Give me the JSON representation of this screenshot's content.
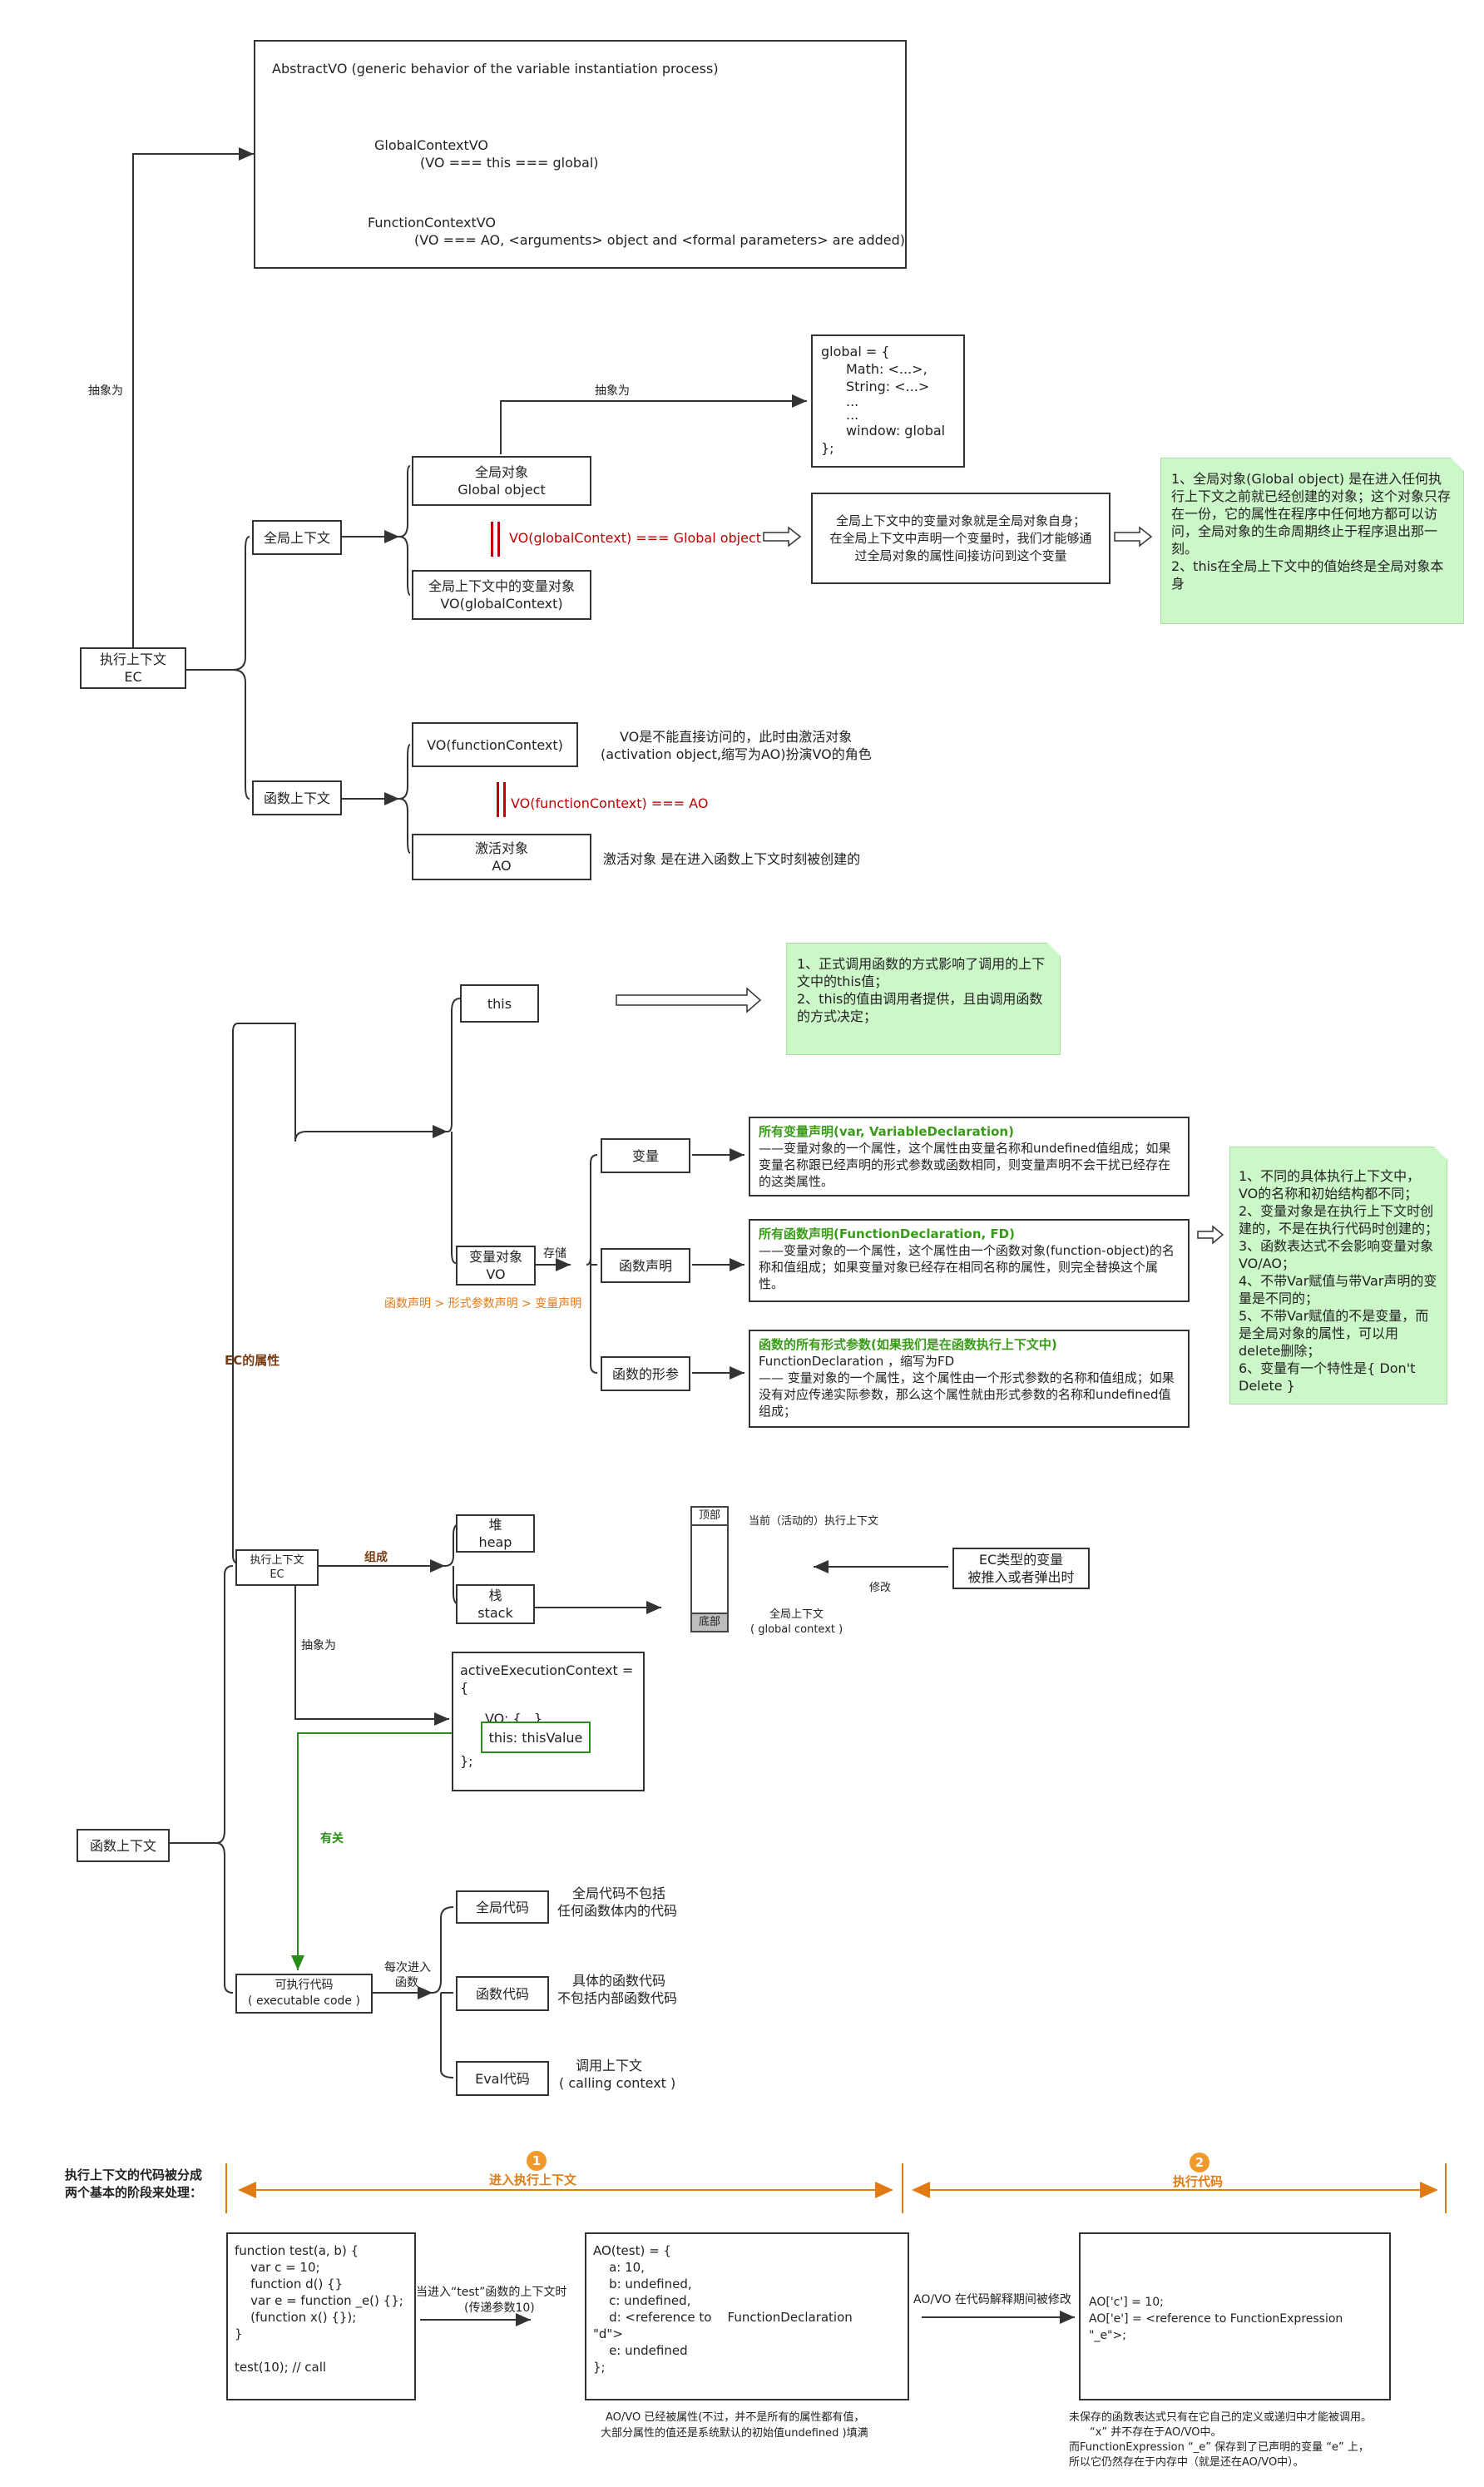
{
  "abstract": {
    "title": "AbstractVO (generic behavior of the variable instantiation process)",
    "global_vo": "GlobalContextVO",
    "global_vo_desc": "(VO === this === global)",
    "function_vo": "FunctionContextVO",
    "function_vo_desc": "(VO === AO, <arguments> object and <formal parameters> are added)"
  },
  "ec_top": {
    "abstract_as": "抽象为",
    "ec_label": [
      "执行上下文",
      "EC"
    ],
    "global_ctx": "全局上下文",
    "function_ctx": "函数上下文",
    "global_obj": [
      "全局对象",
      "Global object"
    ],
    "global_vo": [
      "全局上下文中的变量对象",
      "VO(globalContext)"
    ],
    "global_eq": "VO(globalContext) === Global object",
    "global_abstract_as": "抽象为",
    "global_code": [
      "global = {",
      "Math: <...>,",
      "String: <...>",
      "...",
      "...",
      "window: global",
      "};"
    ],
    "global_vo_desc": [
      "全局上下文中的变量对象就是全局对象自身；",
      "在全局上下文中声明一个变量时，我们才能够通",
      "过全局对象的属性间接访问到这个变量"
    ],
    "global_note": [
      "1、全局对象(Global object) 是在进入任何执行上下文之前就已经创建的对象；这个对象只存在一份，它的属性在程序中任何地方都可以访问，全局对象的生命周期终止于程序退出那一刻。",
      "2、this在全局上下文中的值始终是全局对象本身"
    ],
    "fn_vo": "VO(functionContext)",
    "fn_vo_desc": [
      "VO是不能直接访问的，此时由激活对象",
      "(activation object,缩写为AO)扮演VO的角色"
    ],
    "fn_eq": "VO(functionContext) === AO",
    "ao": [
      "激活对象",
      "AO"
    ],
    "ao_desc": "激活对象 是在进入函数上下文时刻被创建的"
  },
  "props": {
    "this": "this",
    "this_note": [
      "1、正式调用函数的方式影响了调用的上下文中的this值；",
      "2、this的值由调用者提供，且由调用函数的方式决定；"
    ],
    "ec_attr": "EC的属性",
    "vo": [
      "变量对象",
      "VO"
    ],
    "store": "存储",
    "order": "函数声明 > 形式参数声明 > 变量声明",
    "var": "变量",
    "fn_decl": "函数声明",
    "params": "函数的形参",
    "var_title": "所有变量声明(var, VariableDeclaration)",
    "var_desc": "——变量对象的一个属性，这个属性由变量名称和undefined值组成；如果变量名称跟已经声明的形式参数或函数相同，则变量声明不会干扰已经存在的这类属性。",
    "fd_title": "所有函数声明(FunctionDeclaration, FD)",
    "fd_desc": "——变量对象的一个属性，这个属性由一个函数对象(function-object)的名称和值组成；如果变量对象已经存在相同名称的属性，则完全替换这个属性。",
    "param_title": "函数的所有形式参数(如果我们是在函数执行上下文中)",
    "param_desc1": "FunctionDeclaration ，缩写为FD",
    "param_desc2": "—— 变量对象的一个属性，这个属性由一个形式参数的名称和值组成；如果没有对应传递实际参数，那么这个属性就由形式参数的名称和undefined值组成；",
    "vo_note": [
      "1、不同的具体执行上下文中，VO的名称和初始结构都不同；",
      "2、变量对象是在执行上下文时创建的，不是在执行代码时创建的；",
      "3、函数表达式不会影响变量对象VO/AO；",
      "4、不带Var赋值与带Var声明的变量是不同的；",
      "5、不带Var赋值的不是变量，而是全局对象的属性，可以用delete删除；",
      "6、变量有一个特性是{ Don't Delete }"
    ]
  },
  "ec_mid": {
    "ec": [
      "执行上下文",
      "EC"
    ],
    "compose": "组成",
    "heap": [
      "堆",
      "heap"
    ],
    "stack": [
      "栈",
      "stack"
    ],
    "stack_top": "顶部",
    "stack_bottom": "底部",
    "current_ec": "当前（活动的）执行上下文",
    "global_ctx": [
      "全局上下文",
      "( global context )"
    ],
    "modify": "修改",
    "ec_var": [
      "EC类型的变量",
      "被推入或者弹出时"
    ],
    "abstract_as": "抽象为",
    "active_ec": "activeExecutionContext = {",
    "active_vo": "VO: {...},",
    "active_this": "this: thisValue",
    "active_end": "};",
    "related": "有关",
    "fn_ctx": "函数上下文",
    "exec_code": [
      "可执行代码",
      "( executable  code )"
    ],
    "every_enter": [
      "每次进入",
      "函数"
    ],
    "global_code": "全局代码",
    "global_code_desc": [
      "全局代码不包括",
      "任何函数体内的代码"
    ],
    "fn_code": "函数代码",
    "fn_code_desc": [
      "具体的函数代码",
      "不包括内部函数代码"
    ],
    "eval_code": "Eval代码",
    "eval_code_desc": [
      "调用上下文",
      "( calling  context )"
    ]
  },
  "phases": {
    "heading": [
      "执行上下文的代码被分成",
      "两个基本的阶段来处理："
    ],
    "phase1_num": "1",
    "phase1": "进入执行上下文",
    "phase2_num": "2",
    "phase2": "执行代码",
    "code1": [
      "function test(a, b) {",
      "    var c = 10;",
      "    function d() {}",
      "    var e = function _e() {};",
      "    (function x() {});",
      "}",
      "",
      "test(10); // call"
    ],
    "enter_label": [
      "当进入“test”函数的上下文时",
      "(传递参数10)"
    ],
    "ao": [
      "AO(test) = {",
      "    a: 10,",
      "    b: undefined,",
      "    c: undefined,",
      "    d: <reference to    FunctionDeclaration",
      "\"d\">",
      "    e: undefined",
      "};"
    ],
    "ao_note": [
      "AO/VO 已经被属性(不过，并不是所有的属性都有值，",
      "大部分属性的值还是系统默认的初始值undefined )填满"
    ],
    "modify_label": "AO/VO 在代码解释期间被修改",
    "ao2": [
      "AO['c'] = 10;",
      "AO['e'] = <reference to FunctionExpression \"_e\">;"
    ],
    "ao2_note": [
      "未保存的函数表达式只有在它自己的定义或递归中才能被调用。",
      "“x” 并不存在于AO/VO中。",
      "而FunctionExpression “_e” 保存到了已声明的变量 “e” 上，",
      "所以它仍然存在于内存中（就是还在AO/VO中）。"
    ]
  },
  "colors": {
    "red": "#c00000",
    "green": "#2a8a1a",
    "orange": "#e07b14",
    "note_bg": "#ccf7c8"
  }
}
